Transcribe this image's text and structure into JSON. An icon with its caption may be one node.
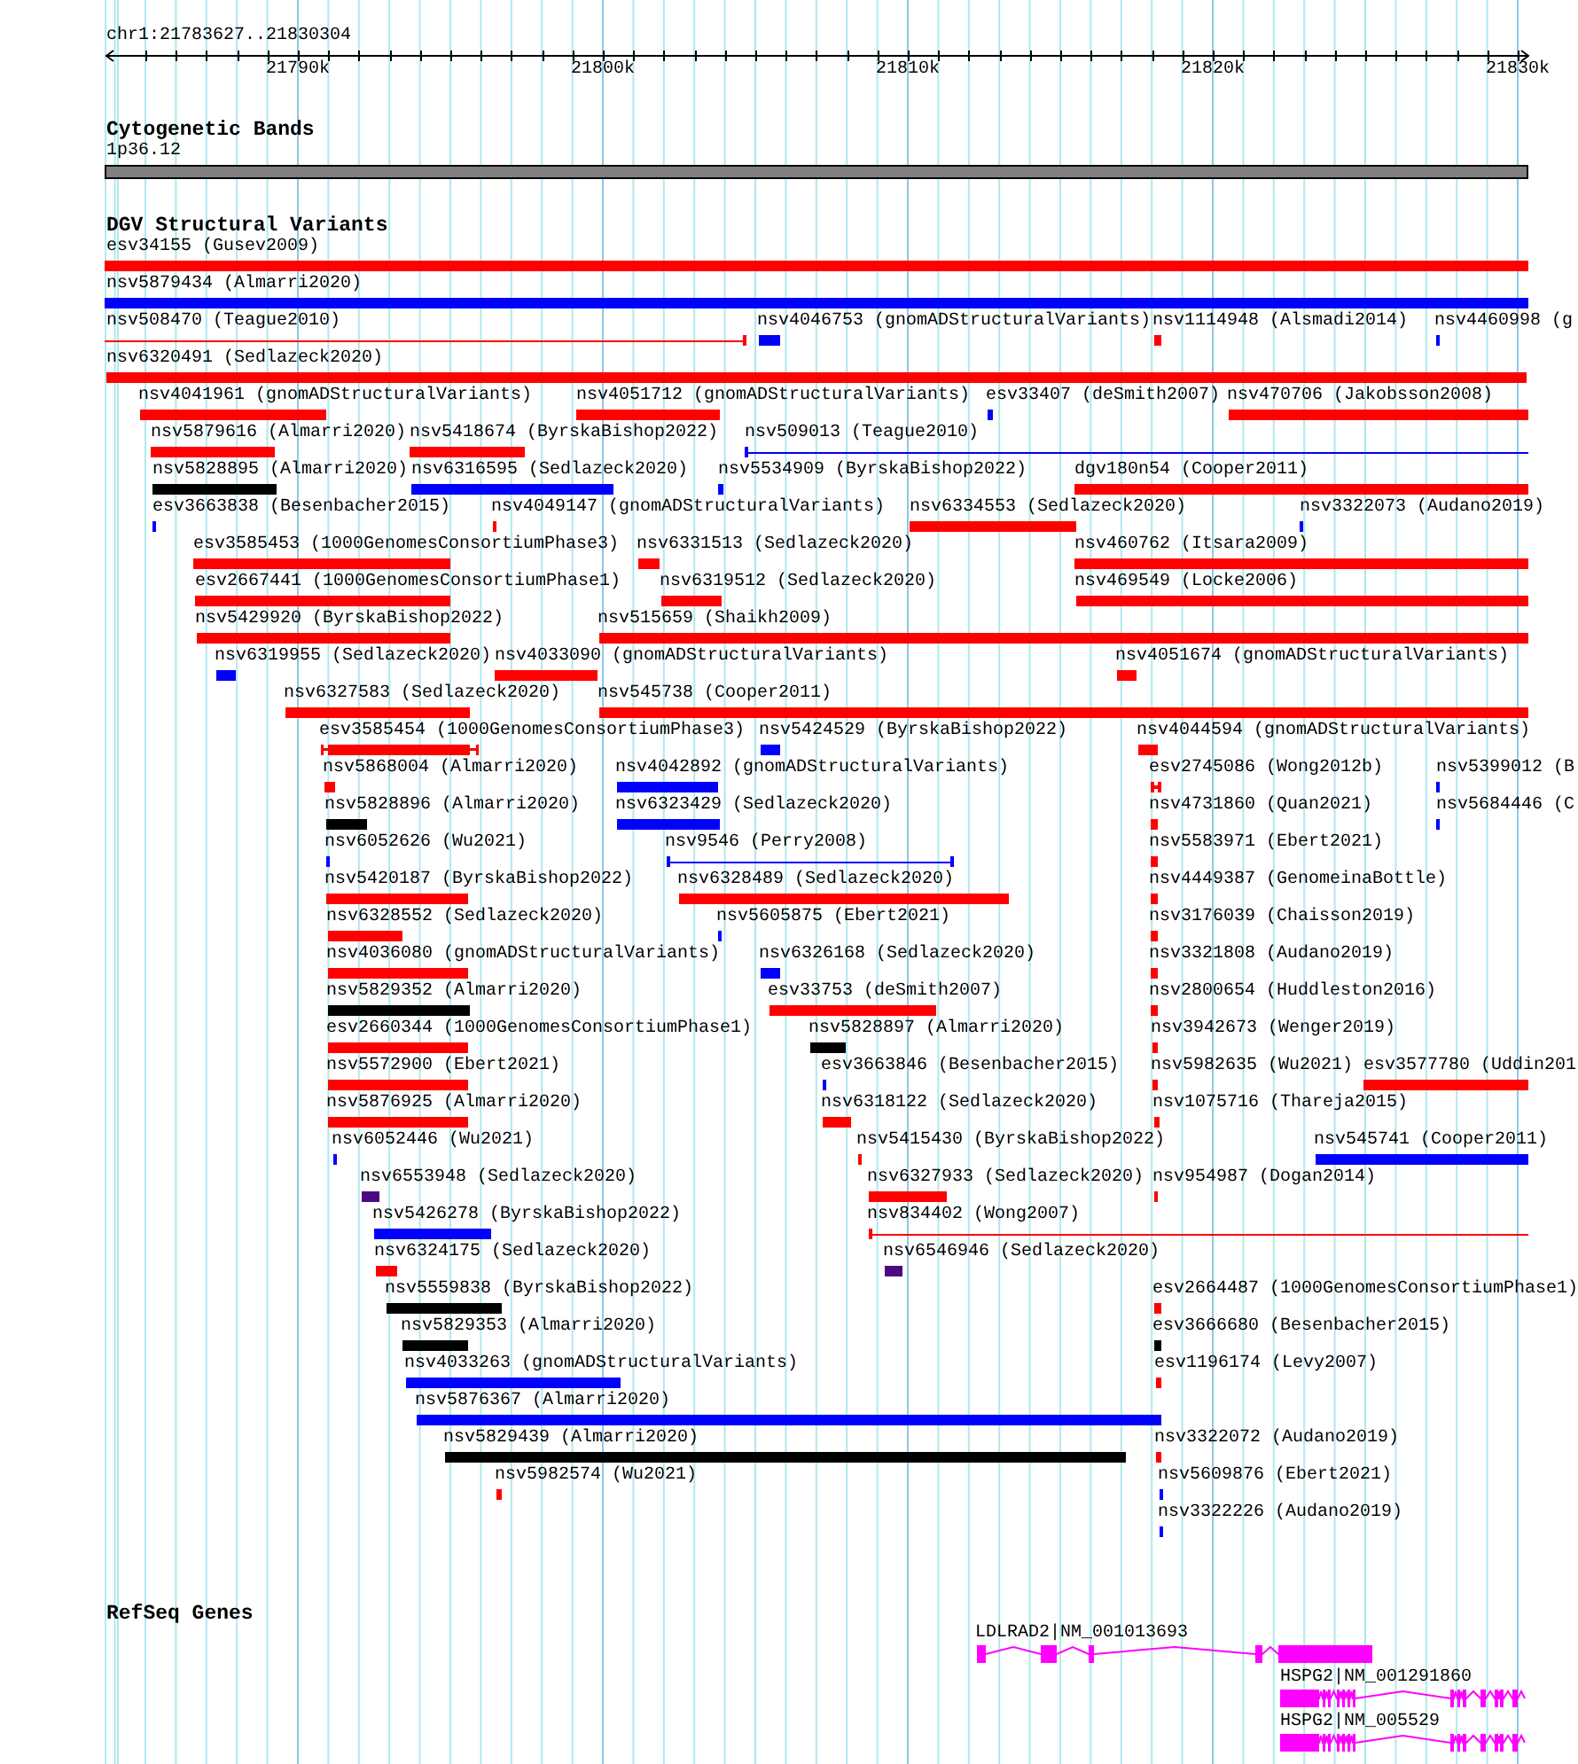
{
  "diagram": {
    "labels": [
      "chr1:21783627..21830304",
      "21790k",
      "21800k",
      "21810k",
      "21820k",
      "21830k",
      "Cytogenetic Bands",
      "1p36.12",
      "DGV Structural Variants",
      "esv34155 (Gusev2009)",
      "nsv5879434 (Almarri2020)",
      "nsv508470 (Teague2010)",
      "nsv4046753 (gnomADStructuralVariants)",
      "nsv1114948 (Alsmadi2014)",
      "nsv4460998 (g",
      "nsv6320491 (Sedlazeck2020)",
      "nsv4041961 (gnomADStructuralVariants)",
      "nsv4051712 (gnomADStructuralVariants)",
      "esv33407 (deSmith2007)",
      "nsv470706 (Jakobsson2008)",
      "nsv5879616 (Almarri2020)",
      "nsv5418674 (ByrskaBishop2022)",
      "nsv509013 (Teague2010)",
      "nsv5828895 (Almarri2020)",
      "nsv6316595 (Sedlazeck2020)",
      "nsv5534909 (ByrskaBishop2022)",
      "dgv180n54 (Cooper2011)",
      "esv3663838 (Besenbacher2015)",
      "nsv4049147 (gnomADStructuralVariants)",
      "nsv6334553 (Sedlazeck2020)",
      "nsv3322073 (Audano2019)",
      "esv3585453 (1000GenomesConsortiumPhase3)",
      "nsv6331513 (Sedlazeck2020)",
      "nsv460762 (Itsara2009)",
      "esv2667441 (1000GenomesConsortiumPhase1)",
      "nsv6319512 (Sedlazeck2020)",
      "nsv469549 (Locke2006)",
      "nsv5429920 (ByrskaBishop2022)",
      "nsv515659 (Shaikh2009)",
      "nsv6319955 (Sedlazeck2020)",
      "nsv4033090 (gnomADStructuralVariants)",
      "nsv4051674 (gnomADStructuralVariants)",
      "nsv6327583 (Sedlazeck2020)",
      "nsv545738 (Cooper2011)",
      "esv3585454 (1000GenomesConsortiumPhase3)",
      "nsv5424529 (ByrskaBishop2022)",
      "nsv4044594 (gnomADStructuralVariants)",
      "nsv5868004 (Almarri2020)",
      "nsv4042892 (gnomADStructuralVariants)",
      "esv2745086 (Wong2012b)",
      "nsv5399012 (B",
      "nsv5828896 (Almarri2020)",
      "nsv6323429 (Sedlazeck2020)",
      "nsv4731860 (Quan2021)",
      "nsv5684446 (C",
      "nsv6052626 (Wu2021)",
      "nsv9546 (Perry2008)",
      "nsv5583971 (Ebert2021)",
      "nsv5420187 (ByrskaBishop2022)",
      "nsv6328489 (Sedlazeck2020)",
      "nsv4449387 (GenomeinaBottle)",
      "nsv6328552 (Sedlazeck2020)",
      "nsv5605875 (Ebert2021)",
      "nsv3176039 (Chaisson2019)",
      "nsv4036080 (gnomADStructuralVariants)",
      "nsv6326168 (Sedlazeck2020)",
      "nsv3321808 (Audano2019)",
      "nsv5829352 (Almarri2020)",
      "esv33753 (deSmith2007)",
      "nsv2800654 (Huddleston2016)",
      "esv2660344 (1000GenomesConsortiumPhase1)",
      "nsv5828897 (Almarri2020)",
      "nsv3942673 (Wenger2019)",
      "nsv5572900 (Ebert2021)",
      "esv3663846 (Besenbacher2015)",
      "nsv5982635 (Wu2021)",
      "esv3577780 (Uddin201",
      "nsv5876925 (Almarri2020)",
      "nsv6318122 (Sedlazeck2020)",
      "nsv1075716 (Thareja2015)",
      "nsv6052446 (Wu2021)",
      "nsv5415430 (ByrskaBishop2022)",
      "nsv545741 (Cooper2011)",
      "nsv6553948 (Sedlazeck2020)",
      "nsv6327933 (Sedlazeck2020)",
      "nsv954987 (Dogan2014)",
      "nsv5426278 (ByrskaBishop2022)",
      "nsv834402 (Wong2007)",
      "nsv6324175 (Sedlazeck2020)",
      "nsv6546946 (Sedlazeck2020)",
      "nsv5559838 (ByrskaBishop2022)",
      "esv2664487 (1000GenomesConsortiumPhase1)",
      "nsv5829353 (Almarri2020)",
      "esv3666680 (Besenbacher2015)",
      "nsv4033263 (gnomADStructuralVariants)",
      "esv1196174 (Levy2007)",
      "nsv5876367 (Almarri2020)",
      "nsv5829439 (Almarri2020)",
      "nsv3322072 (Audano2019)",
      "nsv5982574 (Wu2021)",
      "nsv5609876 (Ebert2021)",
      "nsv3322226 (Audano2019)",
      "RefSeq Genes",
      "LDLRAD2|NM_001013693",
      "HSPG2|NM_001291860",
      "HSPG2|NM_005529"
    ]
  }
}
